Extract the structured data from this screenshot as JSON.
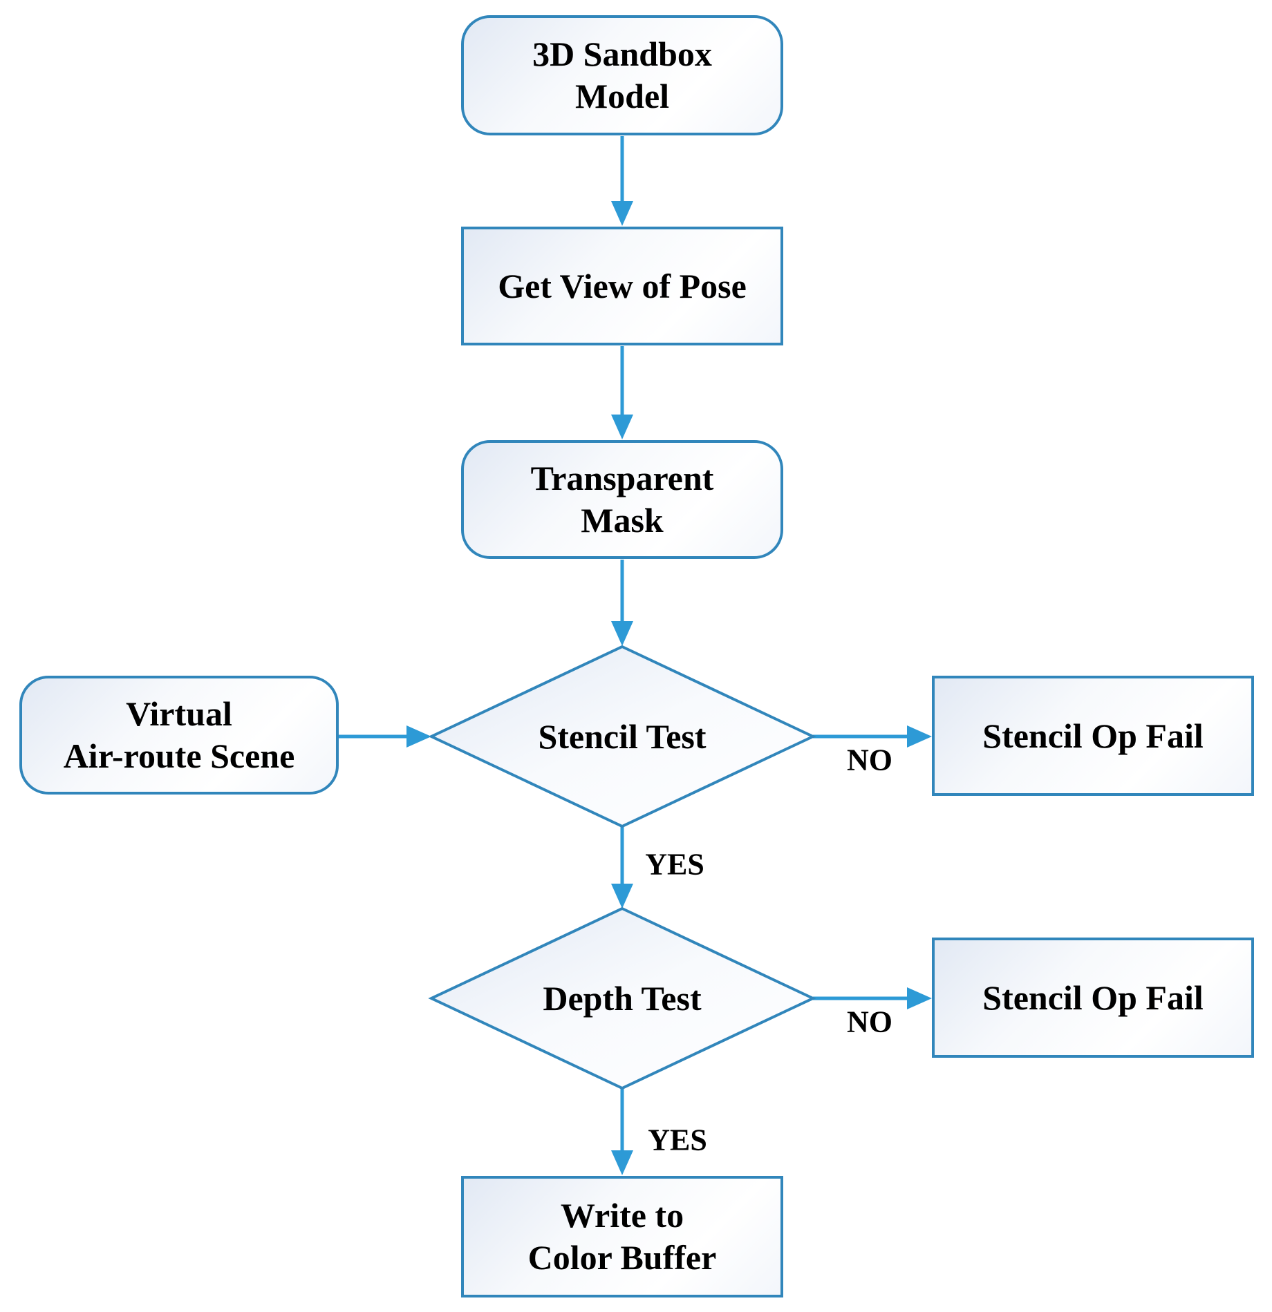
{
  "nodes": [
    {
      "id": "sandbox-model",
      "shape": "rounded-rect",
      "lines": [
        "3D Sandbox",
        "Model"
      ]
    },
    {
      "id": "get-view-of-pose",
      "shape": "rect",
      "lines": [
        "Get View of Pose"
      ]
    },
    {
      "id": "transparent-mask",
      "shape": "rounded-rect",
      "lines": [
        "Transparent",
        "Mask"
      ]
    },
    {
      "id": "virtual-air-route-scene",
      "shape": "rounded-rect",
      "lines": [
        "Virtual",
        "Air-route Scene"
      ]
    },
    {
      "id": "stencil-test",
      "shape": "diamond",
      "lines": [
        "Stencil Test"
      ]
    },
    {
      "id": "stencil-op-fail-1",
      "shape": "rect",
      "lines": [
        "Stencil Op Fail"
      ]
    },
    {
      "id": "depth-test",
      "shape": "diamond",
      "lines": [
        "Depth Test"
      ]
    },
    {
      "id": "stencil-op-fail-2",
      "shape": "rect",
      "lines": [
        "Stencil Op Fail"
      ]
    },
    {
      "id": "write-to-color-buffer",
      "shape": "rect",
      "lines": [
        "Write to",
        "Color Buffer"
      ]
    }
  ],
  "edge_labels": [
    {
      "id": "stencil-test-no",
      "text": "NO"
    },
    {
      "id": "stencil-test-yes",
      "text": "YES"
    },
    {
      "id": "depth-test-no",
      "text": "NO"
    },
    {
      "id": "depth-test-yes",
      "text": "YES"
    }
  ],
  "edges": [
    {
      "from": "sandbox-model",
      "to": "get-view-of-pose",
      "label": ""
    },
    {
      "from": "get-view-of-pose",
      "to": "transparent-mask",
      "label": ""
    },
    {
      "from": "transparent-mask",
      "to": "stencil-test",
      "label": ""
    },
    {
      "from": "virtual-air-route-scene",
      "to": "stencil-test",
      "label": ""
    },
    {
      "from": "stencil-test",
      "to": "stencil-op-fail-1",
      "label": "NO"
    },
    {
      "from": "stencil-test",
      "to": "depth-test",
      "label": "YES"
    },
    {
      "from": "depth-test",
      "to": "stencil-op-fail-2",
      "label": "NO"
    },
    {
      "from": "depth-test",
      "to": "write-to-color-buffer",
      "label": "YES"
    }
  ],
  "colors": {
    "arrow": "#2d9ad6",
    "border": "#3186bb",
    "fill_edge": "#e2e9f4",
    "text": "#000000",
    "background": "#ffffff"
  }
}
